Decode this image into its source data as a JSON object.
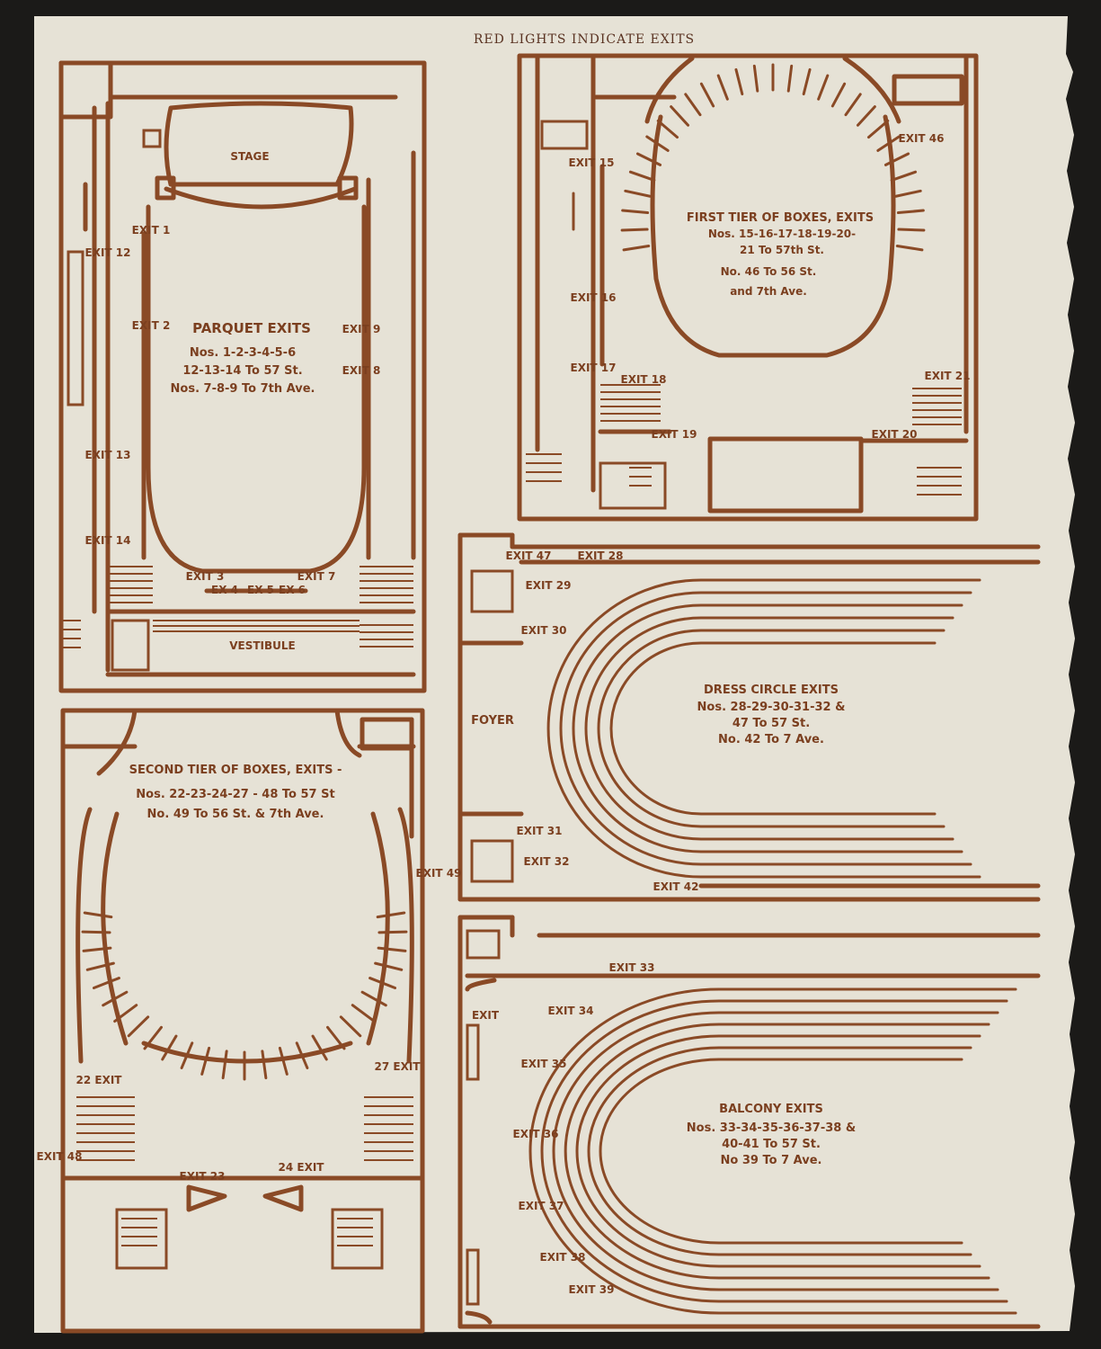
{
  "page": {
    "header": "RED LIGHTS INDICATE EXITS",
    "colors": {
      "paper": "#e6e2d6",
      "ink": "#8a4a26",
      "background": "#1b1a18"
    }
  },
  "parquet": {
    "title": "PARQUET EXITS",
    "lines": [
      "Nos. 1-2-3-4-5-6",
      "12-13-14 To 57 St.",
      "Nos. 7-8-9 To 7th Ave."
    ],
    "stage": "STAGE",
    "vestibule": "VESTIBULE",
    "exits": [
      "EXIT 1",
      "EXIT 2",
      "EXIT 3",
      "EX 4",
      "EX 5",
      "EX 6",
      "EXIT 7",
      "EXIT 8",
      "EXIT 9",
      "EXIT 12",
      "EXIT 13",
      "EXIT 14"
    ]
  },
  "first_tier": {
    "title": "FIRST TIER OF BOXES, EXITS",
    "lines": [
      "Nos. 15-16-17-18-19-20-",
      "21 To 57th St.",
      "No. 46 To 56 St.",
      "and 7th Ave."
    ],
    "exits": [
      "EXIT 15",
      "EXIT 16",
      "EXIT 17",
      "EXIT 18",
      "EXIT 19",
      "EXIT 20",
      "EXIT 21",
      "EXIT 46"
    ]
  },
  "dress_circle": {
    "title": "DRESS CIRCLE EXITS",
    "lines": [
      "Nos. 28-29-30-31-32 &",
      "47 To 57 St.",
      "No. 42 To 7 Ave."
    ],
    "foyer": "FOYER",
    "exits": [
      "EXIT 47",
      "EXIT 28",
      "EXIT 29",
      "EXIT 30",
      "EXIT 31",
      "EXIT 32",
      "EXIT 42"
    ]
  },
  "second_tier": {
    "title": "SECOND TIER OF BOXES, EXITS -",
    "lines": [
      "Nos. 22-23-24-27 - 48 To 57 St",
      "No. 49 To 56 St. & 7th Ave."
    ],
    "exits": [
      "EXIT 49",
      "27 EXIT",
      "22 EXIT",
      "EXIT 48",
      "EXIT 23",
      "24 EXIT"
    ]
  },
  "balcony": {
    "title": "BALCONY EXITS",
    "lines": [
      "Nos. 33-34-35-36-37-38 &",
      "40-41 To 57 St.",
      "No 39 To 7 Ave."
    ],
    "exits": [
      "EXIT 33",
      "EXIT",
      "EXIT 34",
      "EXIT 35",
      "EXIT 36",
      "EXIT 37",
      "EXIT 38",
      "EXIT 39"
    ]
  }
}
